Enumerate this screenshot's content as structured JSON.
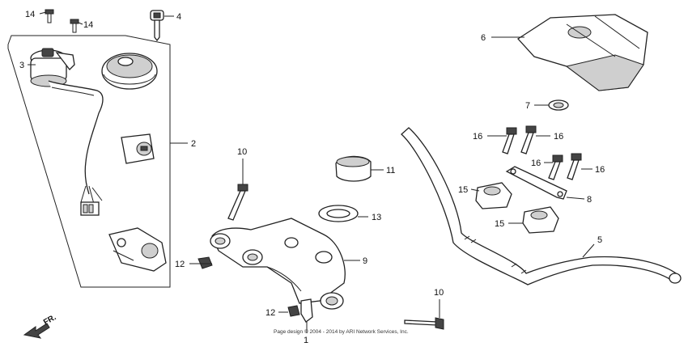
{
  "callouts": {
    "c1": "1",
    "c2": "2",
    "c3": "3",
    "c4": "4",
    "c5": "5",
    "c6": "6",
    "c7": "7",
    "c8": "8",
    "c9": "9",
    "c10a": "10",
    "c10b": "10",
    "c11": "11",
    "c12a": "12",
    "c12b": "12",
    "c13": "13",
    "c14a": "14",
    "c14b": "14",
    "c15a": "15",
    "c15b": "15",
    "c16a": "16",
    "c16b": "16",
    "c16c": "16",
    "c16d": "16"
  },
  "direction_arrow": {
    "label": "FR."
  },
  "footer": {
    "text": "Page design © 2004 - 2014 by ARI Network Services, Inc."
  }
}
